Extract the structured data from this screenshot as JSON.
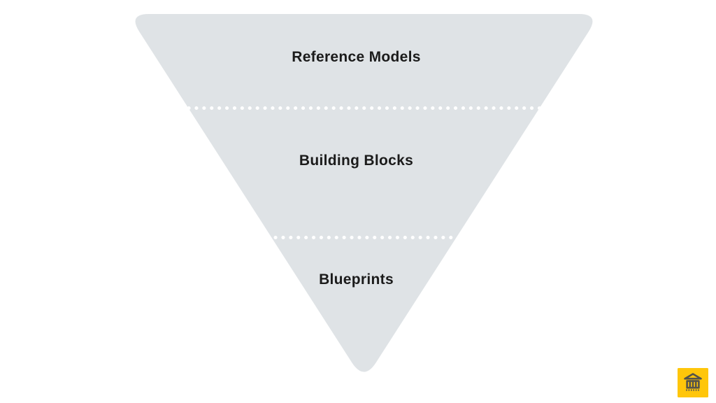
{
  "slide": {
    "background": "#ffffff"
  },
  "funnel": {
    "type": "inverted-pyramid",
    "fill": "#dfe3e6",
    "divider_color": "#ffffff",
    "text_color": "#1b1b1b",
    "levels": [
      {
        "label": "Reference Models"
      },
      {
        "label": "Building Blocks"
      },
      {
        "label": "Blueprints"
      }
    ]
  },
  "badge": {
    "icon": "bank-icon",
    "background": "#ffc60a",
    "icon_color": "#54534a"
  }
}
